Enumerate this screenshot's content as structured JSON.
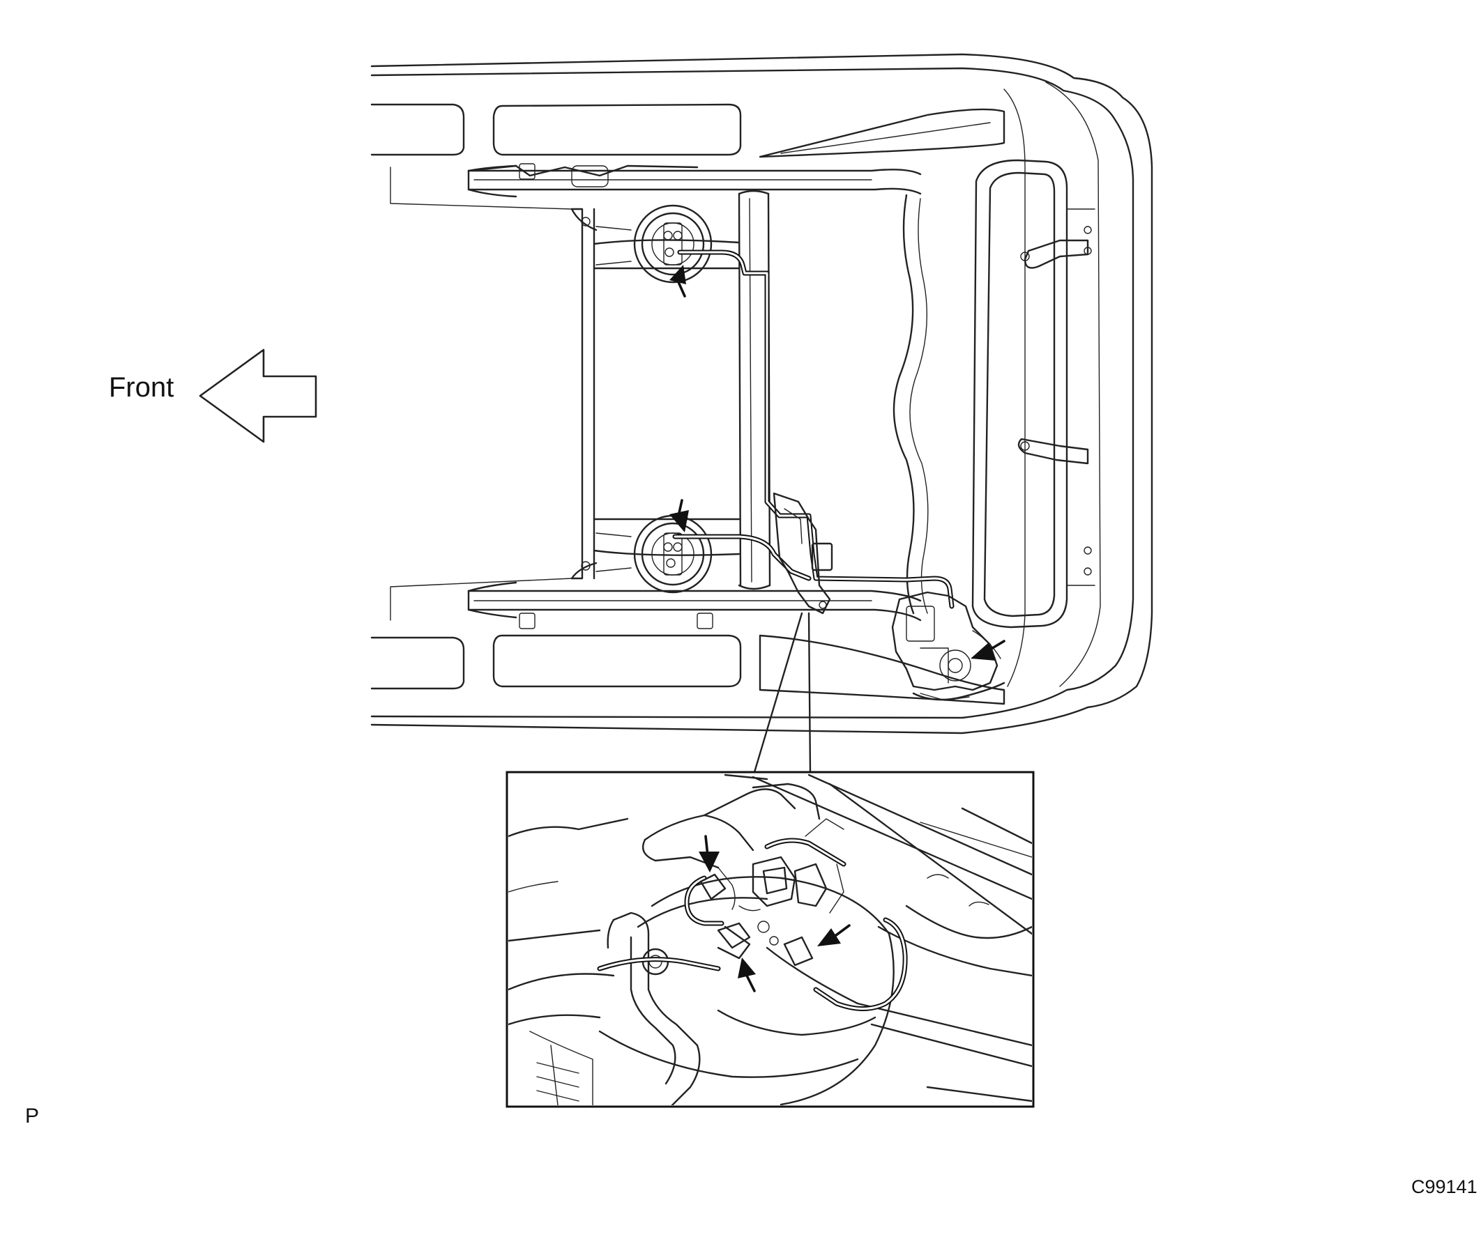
{
  "figure": {
    "direction_label": "Front",
    "page_mark": "P",
    "figure_code": "C99141"
  },
  "icons": {
    "front_arrow": "left-outline-arrow-icon",
    "pointer_arrows": "black-pointer-arrow-icon"
  },
  "colors": {
    "line": "#222222",
    "background": "#ffffff"
  }
}
